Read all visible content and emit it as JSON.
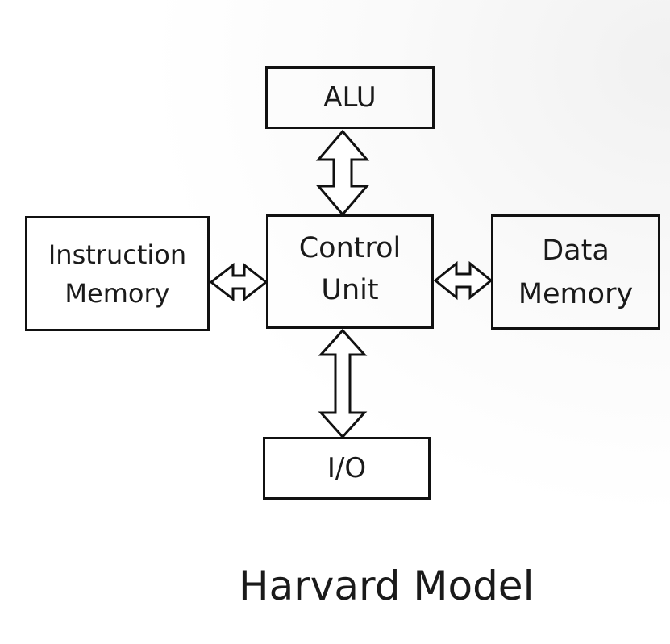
{
  "diagram": {
    "title": "Harvard Model",
    "nodes": {
      "alu": {
        "label": "ALU"
      },
      "control_unit": {
        "lines": [
          "Control",
          "Unit"
        ]
      },
      "instruction_memory": {
        "lines": [
          "Instruction",
          "Memory"
        ]
      },
      "data_memory": {
        "lines": [
          "Data",
          "Memory"
        ]
      },
      "io": {
        "label": "I/O"
      }
    },
    "edges": [
      {
        "from": "control_unit",
        "to": "alu",
        "direction": "bidirectional"
      },
      {
        "from": "control_unit",
        "to": "instruction_memory",
        "direction": "bidirectional"
      },
      {
        "from": "control_unit",
        "to": "data_memory",
        "direction": "bidirectional"
      },
      {
        "from": "control_unit",
        "to": "io",
        "direction": "bidirectional"
      }
    ]
  }
}
